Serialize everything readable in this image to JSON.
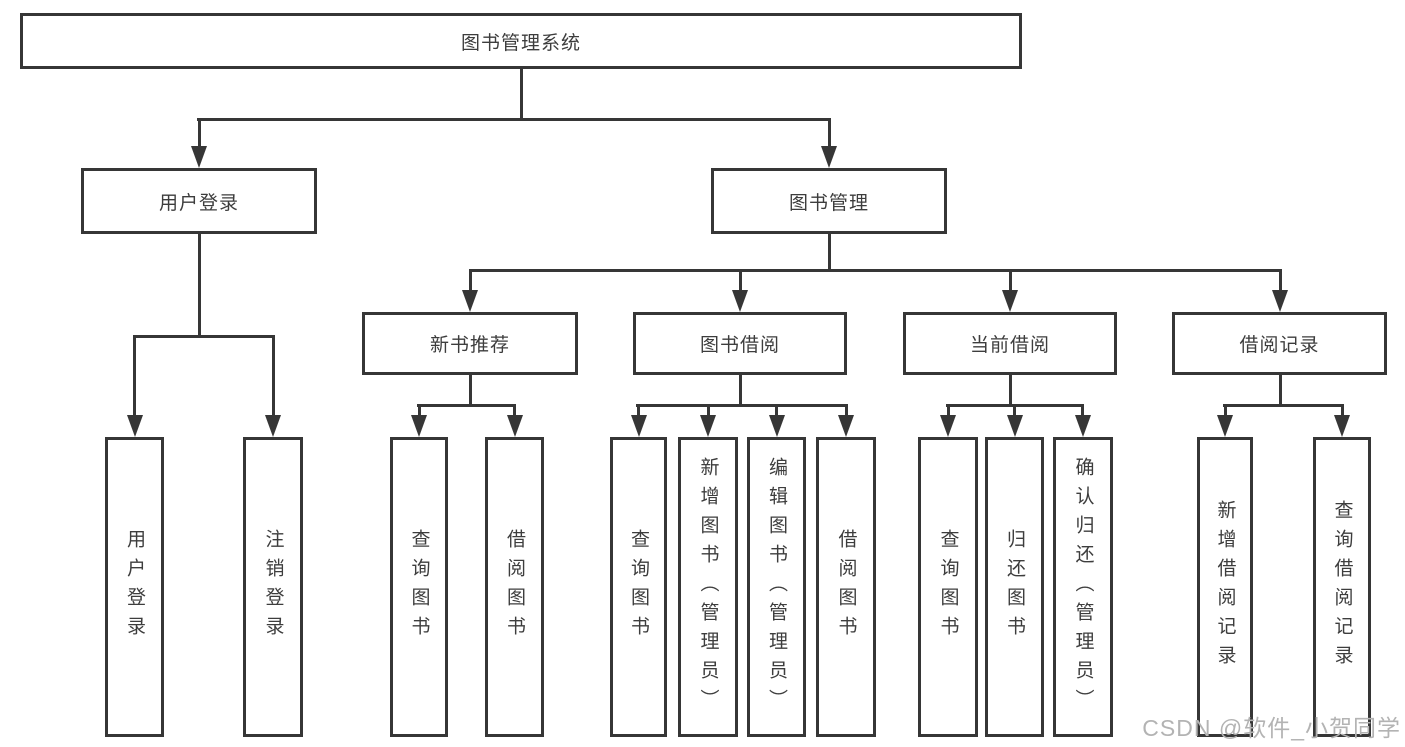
{
  "tree": {
    "label": "图书管理系统",
    "children": [
      {
        "label": "用户登录",
        "children": [
          {
            "label": "用户登录"
          },
          {
            "label": "注销登录"
          }
        ]
      },
      {
        "label": "图书管理",
        "children": [
          {
            "label": "新书推荐",
            "children": [
              {
                "label": "查询图书"
              },
              {
                "label": "借阅图书"
              }
            ]
          },
          {
            "label": "图书借阅",
            "children": [
              {
                "label": "查询图书"
              },
              {
                "label": "新增图书（管理员）"
              },
              {
                "label": "编辑图书（管理员）"
              },
              {
                "label": "借阅图书"
              }
            ]
          },
          {
            "label": "当前借阅",
            "children": [
              {
                "label": "查询图书"
              },
              {
                "label": "归还图书"
              },
              {
                "label": "确认归还（管理员）"
              }
            ]
          },
          {
            "label": "借阅记录",
            "children": [
              {
                "label": "新增借阅记录"
              },
              {
                "label": "查询借阅记录"
              }
            ]
          }
        ]
      }
    ]
  },
  "watermark": "CSDN @软件_小贺同学",
  "colors": {
    "line": "#363636",
    "text": "#3d3d3d",
    "watermark": "#b3b3b3",
    "background": "#ffffff"
  }
}
